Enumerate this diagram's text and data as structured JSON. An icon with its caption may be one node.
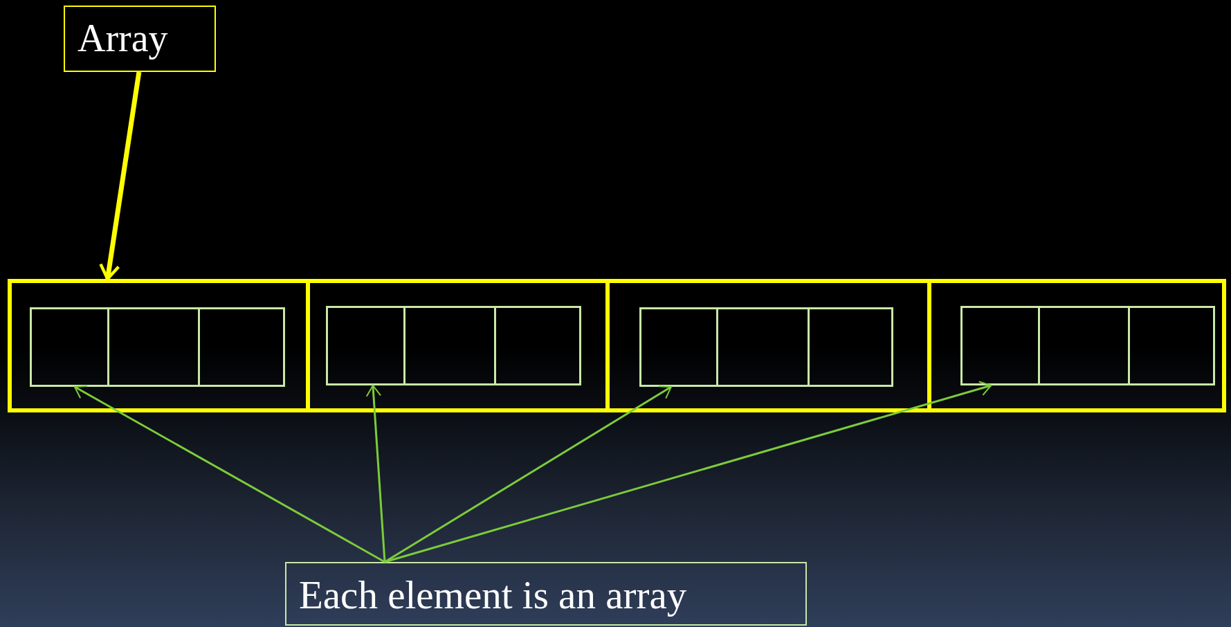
{
  "diagram": {
    "nodes": [
      {
        "text": [
          "Array"
        ]
      },
      {
        "text": [],
        "shape": "box"
      },
      {
        "text": [],
        "shape": "box",
        "in": 1
      },
      {
        "text": [],
        "shape": "box",
        "in": 1
      },
      {
        "text": [],
        "shape": "box",
        "in": 1
      },
      {
        "text": [],
        "shape": "box",
        "in": 1
      },
      {
        "text": [],
        "shape": "box",
        "in": 2
      },
      {
        "text": [],
        "shape": "box",
        "in": 3
      },
      {
        "text": [],
        "shape": "box",
        "in": 4
      },
      {
        "text": [],
        "shape": "box",
        "in": 5
      },
      {
        "text": [
          "Each element is an array"
        ]
      }
    ],
    "edges": [
      {
        "from": 0,
        "to": 1,
        "arrow": "to",
        "style": "thick",
        "color": "#ffff00"
      },
      {
        "from": 10,
        "to": 6,
        "arrow": "to"
      },
      {
        "from": 10,
        "to": 7,
        "arrow": "to"
      },
      {
        "from": 10,
        "to": 8,
        "arrow": "to"
      },
      {
        "from": 10,
        "to": 9,
        "arrow": "to"
      }
    ]
  }
}
